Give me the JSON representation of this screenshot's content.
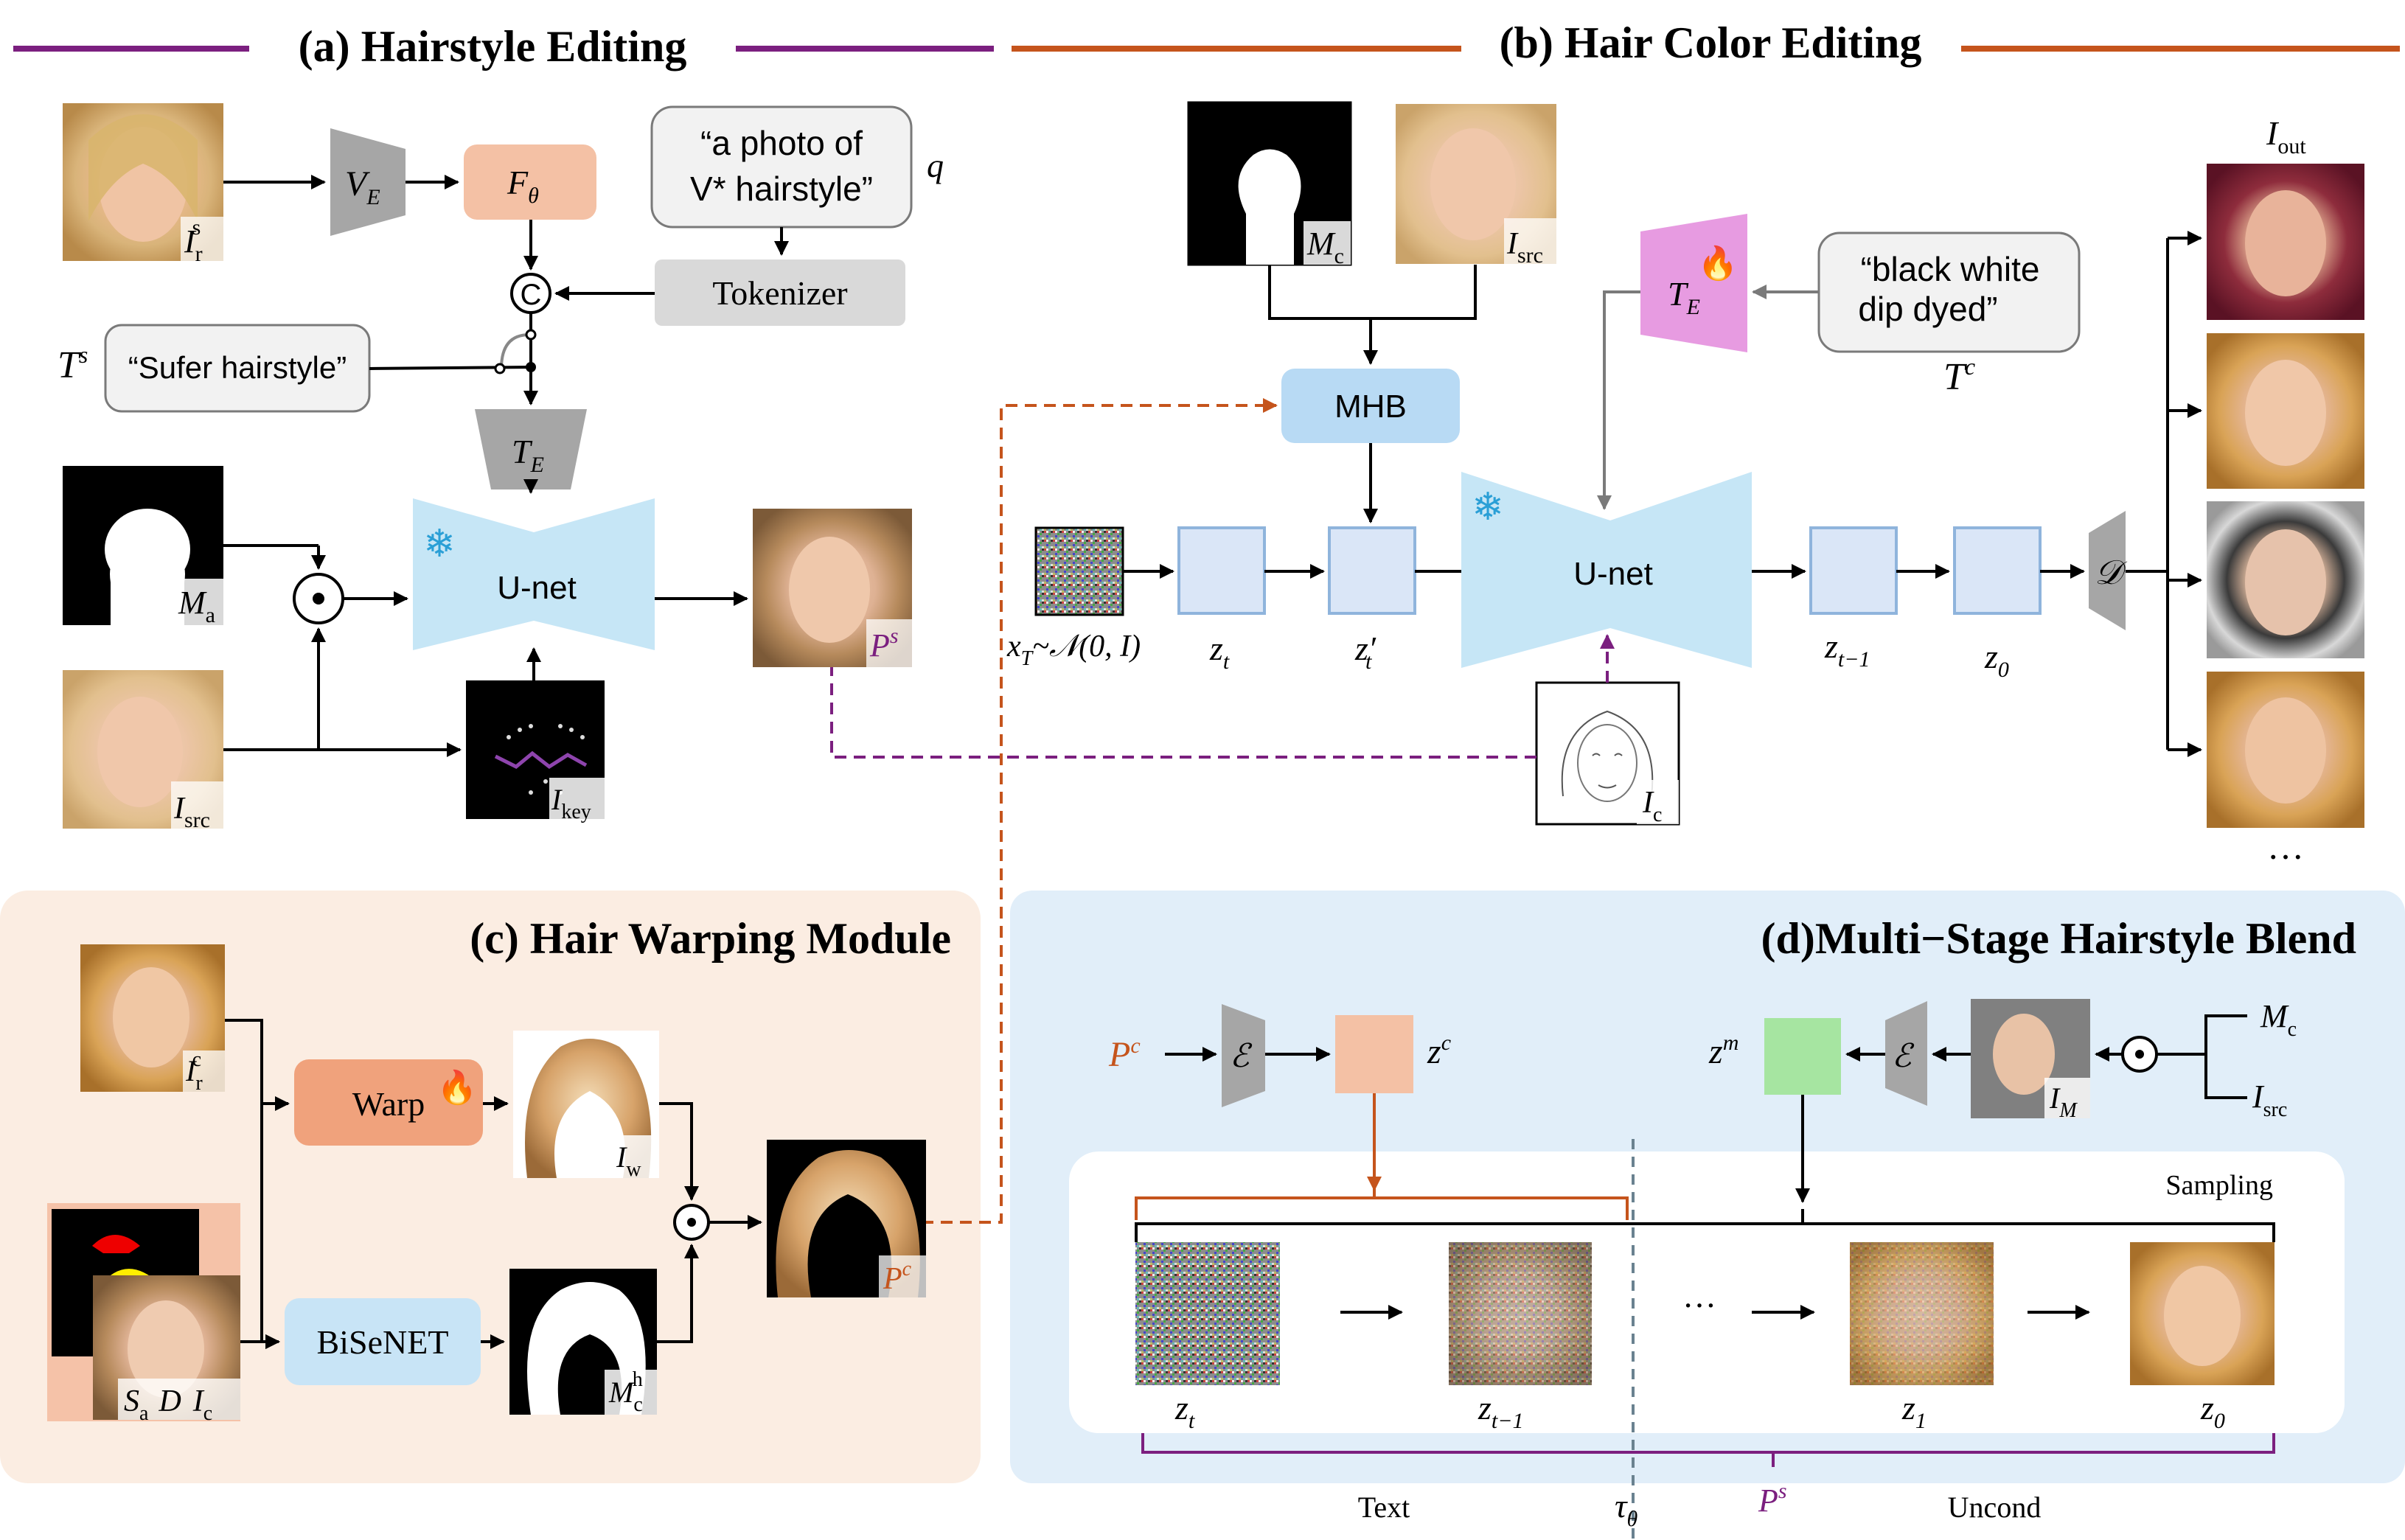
{
  "sections": {
    "a": "(a) Hairstyle Editing",
    "b": "(b) Hair Color Editing",
    "c": "(c) Hair Warping Module",
    "d": "(d)Multi−Stage Hairstyle Blend"
  },
  "a": {
    "prompt_line1": "“a photo of",
    "prompt_line2": "V* hairstyle”",
    "q": "q",
    "tokenizer": "Tokenizer",
    "ts": "T",
    "ts_sup": "s",
    "sufer": "“Sufer hairstyle”",
    "ve": "V",
    "ve_sub": "E",
    "f": "F",
    "f_sub": "θ",
    "te": "T",
    "te_sub": "E",
    "concat": "C",
    "unet": "U-net",
    "odot": "⊙",
    "ir": "I",
    "ir_sub": "r",
    "ir_sup": "s",
    "ma": "M",
    "ma_sub": "a",
    "isrc": "I",
    "isrc_sub": "src",
    "ikey": "I",
    "ikey_sub": "key",
    "ps": "P",
    "ps_sup": "s"
  },
  "b": {
    "mc": "M",
    "mc_sub": "c",
    "isrc": "I",
    "isrc_sub": "src",
    "mhb": "MHB",
    "te": "T",
    "te_sub": "E",
    "prompt_line1": "“black white",
    "prompt_line2": "dip dyed”",
    "tc": "T",
    "tc_sup": "c",
    "unet": "U-net",
    "xt": "x",
    "xt_sub": "T",
    "xt_rest": "~𝒩(0, I)",
    "zt": "z",
    "zt_sub": "t",
    "ztp": "z′",
    "ztp_sub": "t",
    "ztm1": "z",
    "ztm1_sub": "t−1",
    "z0": "z",
    "z0_sub": "0",
    "dec": "𝒟",
    "iout": "I",
    "iout_sub": "out",
    "ic": "I",
    "ic_sub": "c",
    "ellipsis": "…"
  },
  "c": {
    "irc": "I",
    "irc_sub": "r",
    "irc_sup": "c",
    "warp": "Warp",
    "iw": "I",
    "iw_sub": "w",
    "bisenet": "BiSeNET",
    "mch": "M",
    "mch_sub": "c",
    "mch_sup": "h",
    "sa": "S",
    "sa_sub": "a",
    "d": "D",
    "ic": "I",
    "ic_sub": "c",
    "odot": "⊙",
    "pc": "P",
    "pc_sup": "c"
  },
  "d": {
    "pc": "P",
    "pc_sup": "c",
    "enc": "ℰ",
    "zc": "z",
    "zc_sup": "c",
    "zm": "z",
    "zm_sup": "m",
    "im": "I",
    "im_sub": "M",
    "mc": "M",
    "mc_sub": "c",
    "isrc": "I",
    "isrc_sub": "src",
    "odot": "⊙",
    "sampling": "Sampling",
    "zt": "z",
    "zt_sub": "t",
    "ztm1": "z",
    "ztm1_sub": "t−1",
    "z1": "z",
    "z1_sub": "1",
    "z0": "z",
    "z0_sub": "0",
    "dots": "…",
    "text": "Text",
    "tau": "τ",
    "tau_sub": "θ",
    "ps": "P",
    "ps_sup": "s",
    "uncond": "Uncond"
  },
  "colors": {
    "purple": "#7b1f7f",
    "orange": "#c5541c",
    "gray_trap": "#a6a6a6",
    "light_blue": "#c6e6f6",
    "salmon": "#f4c1a5",
    "pink_te": "#e79be1",
    "mhb_blue": "#b8daf4",
    "warp_orange": "#f0a27c",
    "bisenet_blue": "#c8e4f6",
    "latent_blue": "#dae6f7",
    "green": "#a6e5a1",
    "panel_c": "#fbede2",
    "panel_d": "#e1eef9"
  }
}
